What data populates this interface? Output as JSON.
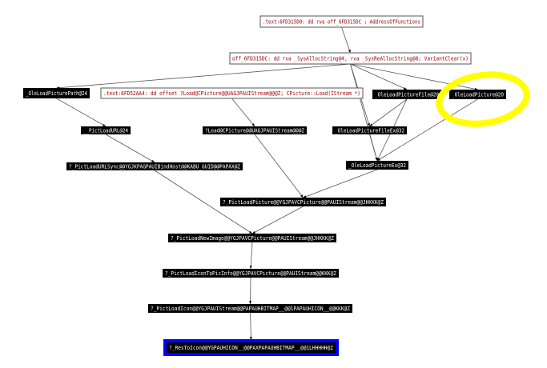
{
  "graph": {
    "nodes": [
      {
        "id": "n0",
        "label": ".text:6FD315D0: dd rva off_6FD315DC      ; AddressOfFunctions",
        "style": "data"
      },
      {
        "id": "n1",
        "label": "off_6FD315DC: dd rva _SysAllocString@4, rva _SysReAllocString@8; VariantClear(x)",
        "style": "data"
      },
      {
        "id": "n2",
        "label": "_OleLoadPicturePath@24",
        "style": "func"
      },
      {
        "id": "n3",
        "label": ".text:6FD52AA4: dd offset ?Load@CPicture@@UAGJPAUIStream@@@Z; CPicture::Load(IStream *)",
        "style": "data"
      },
      {
        "id": "n4",
        "label": "_OleLoadPictureFile@20",
        "style": "func"
      },
      {
        "id": "n5",
        "label": "_OleLoadPicture@20",
        "style": "func"
      },
      {
        "id": "n6",
        "label": "__PictLoadURL@24",
        "style": "func"
      },
      {
        "id": "n7",
        "label": "?Load@CPicture@@UAGJPAUIStream@@@Z",
        "style": "func"
      },
      {
        "id": "n8",
        "label": "_OleLoadPictureFileEx@32",
        "style": "func"
      },
      {
        "id": "n9",
        "label": "?_PictLoadURLSync@@YGJKPAGPAUIBindHost@@KABU_GUID@@PAPAX@Z",
        "style": "func"
      },
      {
        "id": "n10",
        "label": "_OleLoadPictureEx@32",
        "style": "func"
      },
      {
        "id": "n11",
        "label": "?_PictLoadPicture@@YGJPAVCPicture@@PAUIStream@@JHKKK@Z",
        "style": "func"
      },
      {
        "id": "n12",
        "label": "?_PictLoadNewImage@@YGJPAVCPicture@@PAUIStream@@JHKKK@Z",
        "style": "func"
      },
      {
        "id": "n13",
        "label": "?_PictLoadIconToPicInfo@@YGJPAVCPicture@@PAUIStream@@KKK@Z",
        "style": "func"
      },
      {
        "id": "n14",
        "label": "?_PictLoadIcon@@YGJPAUIStream@@PAPAUHBITMAP__@@1PAPAUHICON__@@KKK@Z",
        "style": "func"
      },
      {
        "id": "n15",
        "label": "?_ResToIcon@@YGPAUHICON__@@PAXPAPAUHBITMAP__@@1LHHHHH@Z",
        "style": "selected"
      }
    ],
    "edges": [
      [
        "n0",
        "n1"
      ],
      [
        "n1",
        "n2"
      ],
      [
        "n1",
        "n4"
      ],
      [
        "n1",
        "n5"
      ],
      [
        "n1",
        "n8"
      ],
      [
        "n1",
        "n10"
      ],
      [
        "n2",
        "n6"
      ],
      [
        "n3",
        "n7"
      ],
      [
        "n6",
        "n9"
      ],
      [
        "n7",
        "n11"
      ],
      [
        "n4",
        "n8"
      ],
      [
        "n4",
        "n10"
      ],
      [
        "n5",
        "n10"
      ],
      [
        "n8",
        "n10"
      ],
      [
        "n9",
        "n12"
      ],
      [
        "n10",
        "n11"
      ],
      [
        "n11",
        "n12"
      ],
      [
        "n12",
        "n13"
      ],
      [
        "n13",
        "n14"
      ],
      [
        "n14",
        "n15"
      ]
    ],
    "highlighted_node": "n5",
    "colors": {
      "data_text": "#a00000",
      "func_bg": "#000000",
      "func_text": "#ffffff",
      "selected_border": "#0000ff",
      "edge": "#555555",
      "highlight": "#ffff00"
    }
  }
}
